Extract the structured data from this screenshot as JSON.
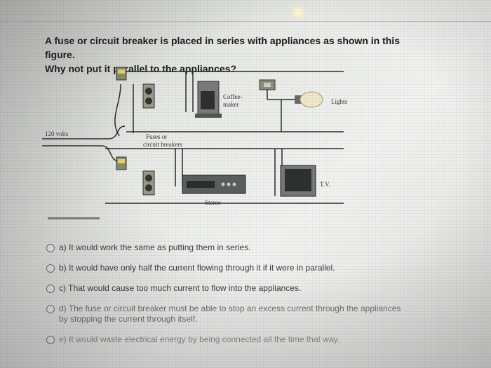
{
  "question": {
    "line1": "A fuse or circuit breaker is placed in series with appliances as shown in this figure.",
    "line2": "Why not put it parallel to the appliances?"
  },
  "figure": {
    "voltage_label": "120 volts",
    "fuses_label_1": "Fuses or",
    "fuses_label_2": "circuit breakers",
    "coffee_label_1": "Coffee-",
    "coffee_label_2": "maker",
    "lights_label": "Lights",
    "tv_label": "T.V.",
    "stereo_label": "Stereo"
  },
  "options": [
    {
      "label": "a) It would work the same as putting them in series."
    },
    {
      "label": "b) It would have only half the current flowing through it if it were in parallel."
    },
    {
      "label": "c) That would cause too much current to flow into the appliances."
    },
    {
      "label_1": "d) The fuse or circuit breaker must be able to stop an excess current through the appliances",
      "label_2": "by stopping the current through itself."
    },
    {
      "label": "e) It would waste electrical energy by being connected all the time that way."
    }
  ]
}
